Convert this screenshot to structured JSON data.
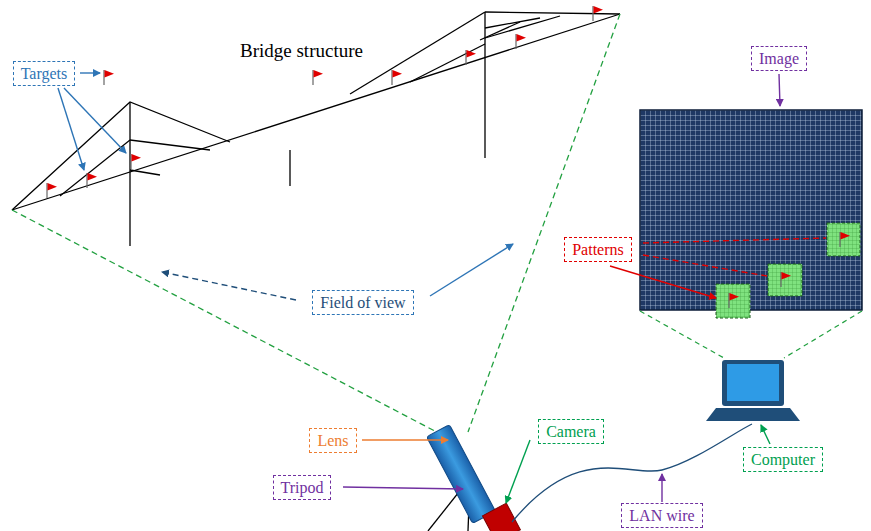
{
  "diagram": {
    "nodes": [
      {
        "text": [
          "Targets"
        ]
      },
      {
        "text": [
          "Image"
        ]
      },
      {
        "text": [
          "Patterns"
        ]
      },
      {
        "text": [
          "Field of view"
        ]
      },
      {
        "text": [
          "Lens"
        ]
      },
      {
        "text": [
          "Camera"
        ]
      },
      {
        "text": [
          "Computer"
        ]
      },
      {
        "text": [
          "Tripod"
        ]
      },
      {
        "text": [
          "LAN wire"
        ]
      }
    ],
    "labels": [
      "Bridge structure"
    ]
  }
}
